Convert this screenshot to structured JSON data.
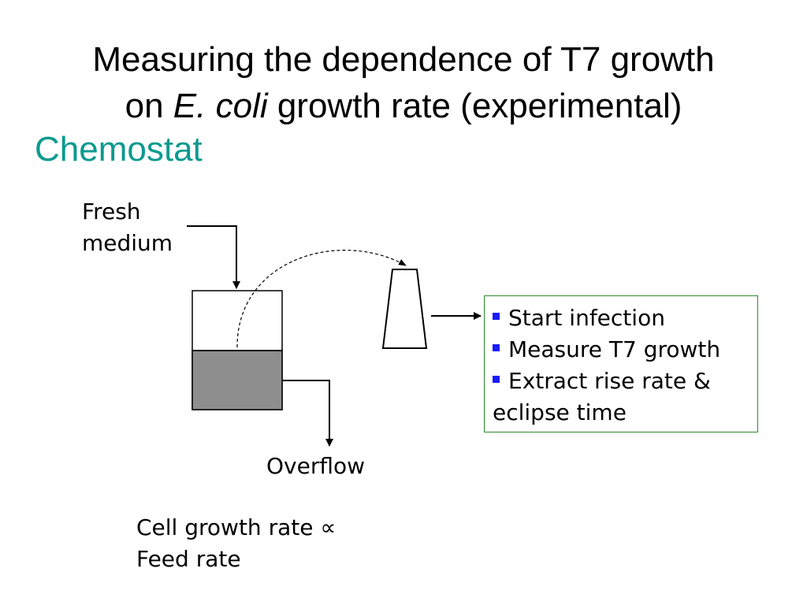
{
  "slide": {
    "title_line1": "Measuring the dependence of T7 growth",
    "title_line2_prefix": "on ",
    "title_line2_italic": "E. coli",
    "title_line2_suffix": " growth rate (experimental)",
    "subtitle": "Chemostat",
    "subtitle_color": "#0a9a8f"
  },
  "diagram": {
    "fresh_medium_line1": "Fresh",
    "fresh_medium_line2": "medium",
    "overflow_label": "Overflow",
    "relation_line1": "Cell growth rate ∝",
    "relation_line2": "Feed rate",
    "liquid_color": "#8e8e8e"
  },
  "steps": {
    "border_color": "#2e8b2e",
    "bullet_color": "#1a1aff",
    "items": [
      "Start infection",
      "Measure T7 growth",
      "Extract rise rate &"
    ],
    "continuation": "eclipse time"
  }
}
